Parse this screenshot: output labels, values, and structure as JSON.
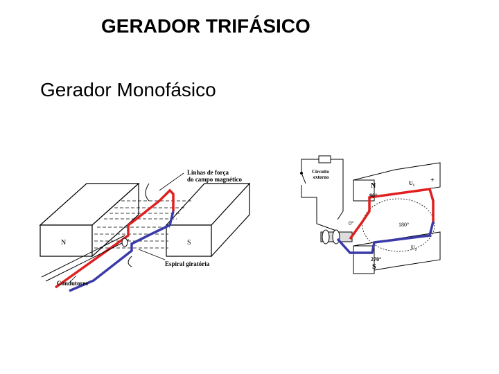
{
  "slide": {
    "title": "GERADOR TRIFÁSICO",
    "subtitle": "Gerador Monofásico"
  },
  "figure_left": {
    "pole_north": "N",
    "pole_south": "S",
    "label_field_lines_1": "Linhas de força",
    "label_field_lines_2": "do campo magnético",
    "label_rotating_coil": "Espiral giratória",
    "label_conductors": "Condutores",
    "colors": {
      "red_wire": "#e02020",
      "blue_wire": "#3a3aa8"
    }
  },
  "figure_right": {
    "label_external_1": "Circuito",
    "label_external_2": "externo",
    "pole_north": "N",
    "pole_south": "S",
    "angle_0": "0°",
    "angle_90": "90°",
    "angle_180": "180°",
    "angle_270": "270°",
    "label_u1": "U₁",
    "label_u2": "U₂",
    "plus_sign": "+",
    "colors": {
      "red_wire": "#e02020",
      "blue_wire": "#3a3aa8"
    }
  }
}
